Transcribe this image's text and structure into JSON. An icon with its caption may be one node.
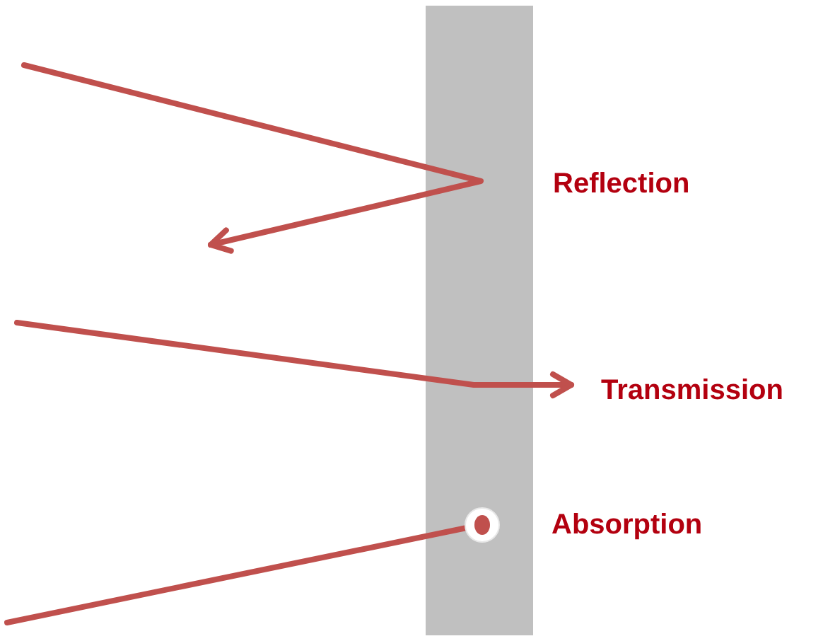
{
  "diagram": {
    "labels": [
      "Reflection",
      "Transmission",
      "Absorption"
    ]
  }
}
